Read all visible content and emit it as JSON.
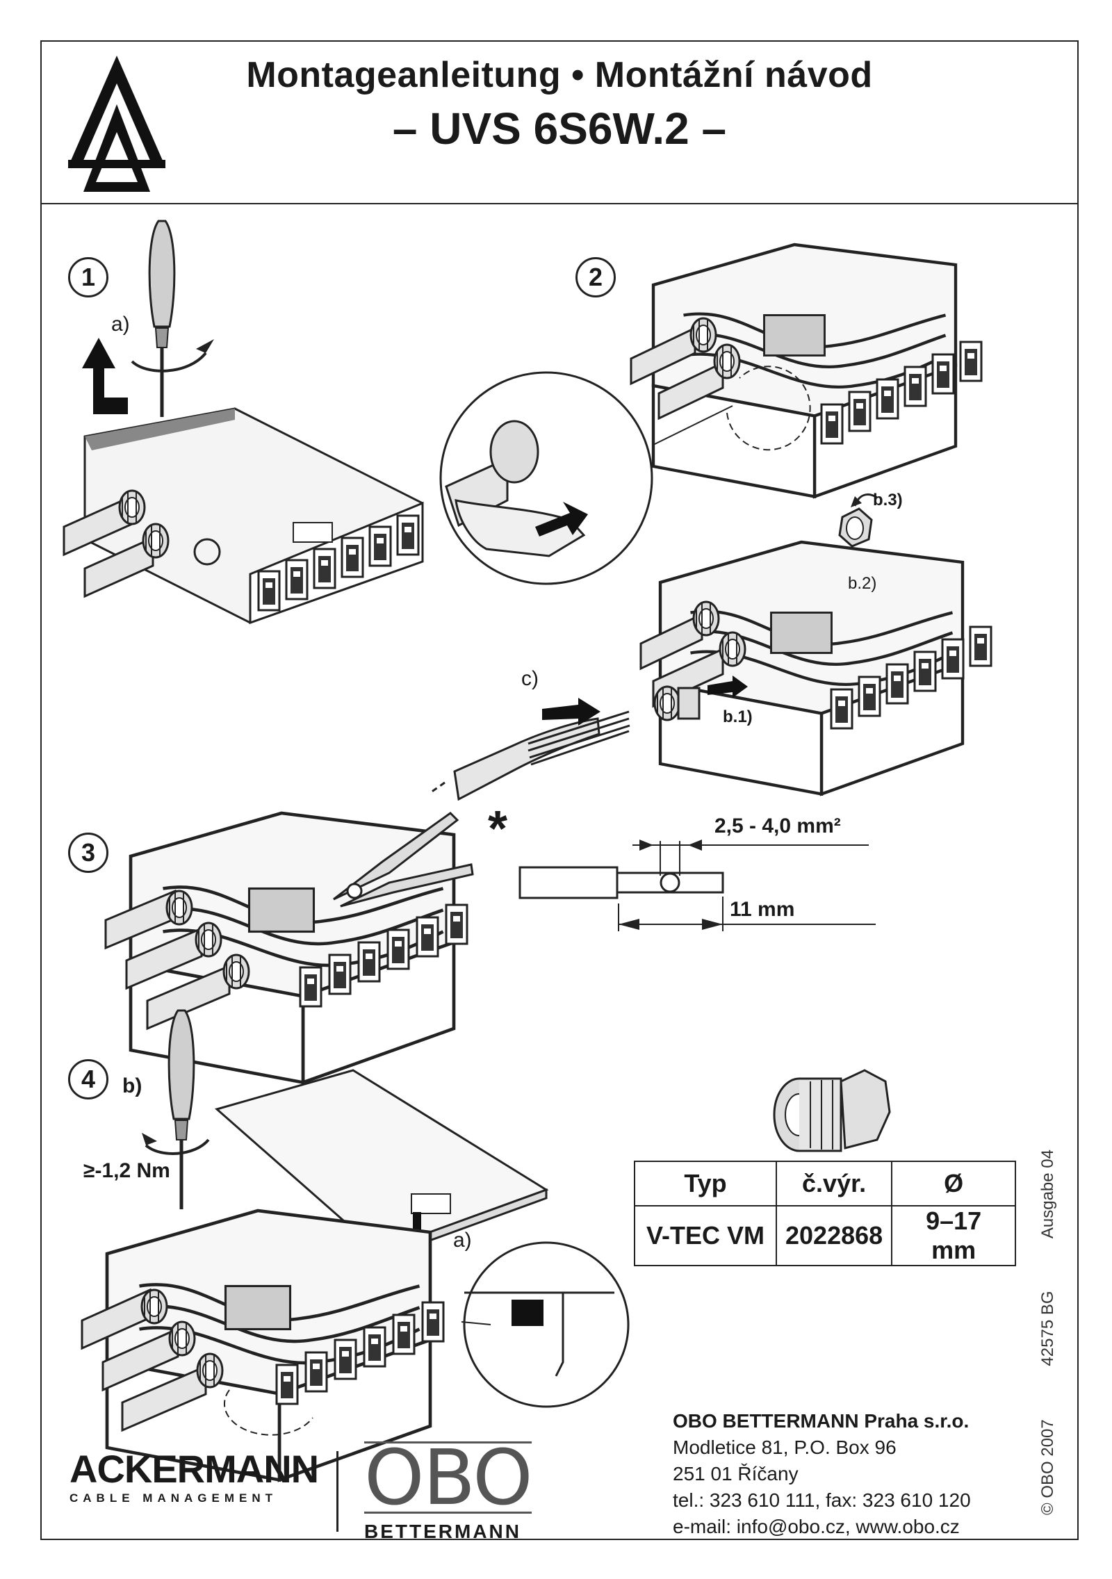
{
  "header": {
    "title_line1": "Montageanleitung • Montážní návod",
    "title_line2": "– UVS 6S6W.2 –"
  },
  "steps": {
    "step1": "1",
    "step2": "2",
    "step3": "3",
    "step4": "4"
  },
  "labels": {
    "step1_a": "a)",
    "b1": "b.1)",
    "b2": "b.2)",
    "b3": "b.3)",
    "c": "c)",
    "asterisk": "*",
    "wire_section": "2,5 - 4,0 mm²",
    "strip_length": "11 mm",
    "step4_b": "b)",
    "torque": "≥-1,2 Nm",
    "step4_a": "a)"
  },
  "table": {
    "headers": [
      "Typ",
      "č.výr.",
      "Ø"
    ],
    "rows": [
      [
        "V-TEC VM",
        "2022868",
        "9–17 mm"
      ]
    ]
  },
  "side_text": [
    "© OBO 2007",
    "42575 BG",
    "Ausgabe 04"
  ],
  "address": {
    "company": "OBO BETTERMANN Praha s.r.o.",
    "street": "Modletice 81, P.O. Box 96",
    "city": "251 01 Říčany",
    "phone": "tel.: 323 610 111, fax: 323 610 120",
    "email": "e-mail: info@obo.cz, www.obo.cz"
  },
  "brands": {
    "ackermann_name": "ACKERMANN",
    "ackermann_sub": "CABLE MANAGEMENT",
    "obo_name": "OBO",
    "obo_sub": "BETTERMANN"
  }
}
